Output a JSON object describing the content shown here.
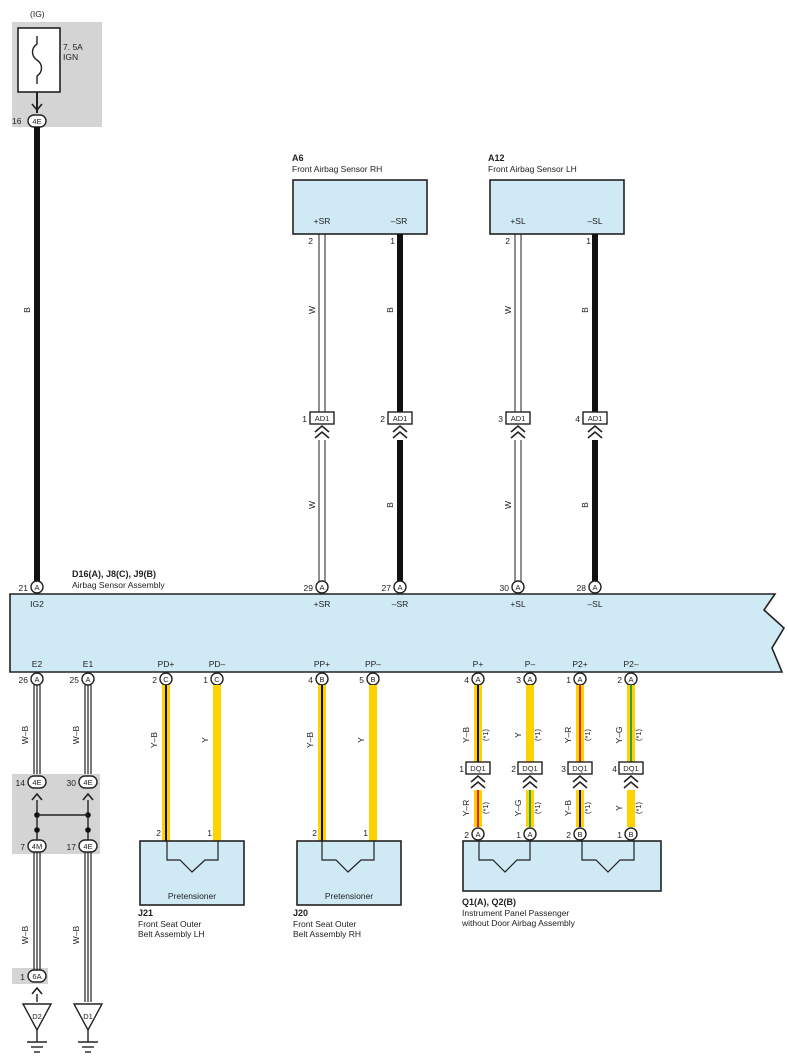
{
  "fuse": {
    "supply": "(IG)",
    "rating": "7. 5A",
    "name": "IGN",
    "pin": "16",
    "connector": "4E"
  },
  "main_wire": {
    "color": "B"
  },
  "sensor_rh": {
    "code": "A6",
    "name": "Front Airbag Sensor RH",
    "terminals": [
      {
        "label": "+SR",
        "pin": "2",
        "wire": "W",
        "junction_pin": "1",
        "junction": "AD1",
        "ecu_pin": "29",
        "ecu_conn": "A",
        "ecu_label": "+SR"
      },
      {
        "label": "–SR",
        "pin": "1",
        "wire": "B",
        "junction_pin": "2",
        "junction": "AD1",
        "ecu_pin": "27",
        "ecu_conn": "A",
        "ecu_label": "–SR"
      }
    ]
  },
  "sensor_lh": {
    "code": "A12",
    "name": "Front Airbag Sensor LH",
    "terminals": [
      {
        "label": "+SL",
        "pin": "2",
        "wire": "W",
        "junction_pin": "3",
        "junction": "AD1",
        "ecu_pin": "30",
        "ecu_conn": "A",
        "ecu_label": "+SL"
      },
      {
        "label": "–SL",
        "pin": "1",
        "wire": "B",
        "junction_pin": "4",
        "junction": "AD1",
        "ecu_pin": "28",
        "ecu_conn": "A",
        "ecu_label": "–SL"
      }
    ]
  },
  "ecu": {
    "code": "D16(A), J8(C), J9(B)",
    "name": "Airbag Sensor Assembly",
    "ig2_pin": "21",
    "ig2_conn": "A",
    "ig2_label": "IG2",
    "bottom_terminals": [
      {
        "label": "E2",
        "pin": "26",
        "conn": "A",
        "wire": "W–B"
      },
      {
        "label": "E1",
        "pin": "25",
        "conn": "A",
        "wire": "W–B"
      },
      {
        "label": "PD+",
        "pin": "2",
        "conn": "C",
        "wire": "Y–B"
      },
      {
        "label": "PD–",
        "pin": "1",
        "conn": "C",
        "wire": "Y"
      },
      {
        "label": "PP+",
        "pin": "4",
        "conn": "B",
        "wire": "Y–B"
      },
      {
        "label": "PP–",
        "pin": "5",
        "conn": "B",
        "wire": "Y"
      },
      {
        "label": "P+",
        "pin": "4",
        "conn": "A",
        "wire": "Y–B",
        "note": "(*1)"
      },
      {
        "label": "P–",
        "pin": "3",
        "conn": "A",
        "wire": "Y",
        "note": "(*1)"
      },
      {
        "label": "P2+",
        "pin": "1",
        "conn": "A",
        "wire": "Y–R",
        "note": "(*1)"
      },
      {
        "label": "P2–",
        "pin": "2",
        "conn": "A",
        "wire": "Y–G",
        "note": "(*1)"
      }
    ]
  },
  "ground_junction": {
    "top_pins": [
      {
        "pin": "14",
        "conn": "4E"
      },
      {
        "pin": "30",
        "conn": "4E"
      }
    ],
    "bottom_pins": [
      {
        "pin": "7",
        "conn": "4M"
      },
      {
        "pin": "17",
        "conn": "4E"
      }
    ],
    "lower_wires": [
      "W–B",
      "W–B"
    ],
    "d2_pin": "1",
    "d2_conn": "6A",
    "grounds": [
      "D2",
      "D1"
    ]
  },
  "pretensioner_lh": {
    "code": "J21",
    "name_line1": "Front Seat Outer",
    "name_line2": "Belt Assembly LH",
    "label": "Pretensioner",
    "pins": [
      "2",
      "1"
    ]
  },
  "pretensioner_rh": {
    "code": "J20",
    "name_line1": "Front Seat Outer",
    "name_line2": "Belt Assembly RH",
    "label": "Pretensioner",
    "pins": [
      "2",
      "1"
    ]
  },
  "dq1": {
    "connectors": [
      {
        "pin": "1",
        "name": "DQ1",
        "lower_wire": "Y–R",
        "note": "(*1)"
      },
      {
        "pin": "2",
        "name": "DQ1",
        "lower_wire": "Y–G",
        "note": "(*1)"
      },
      {
        "pin": "3",
        "name": "DQ1",
        "lower_wire": "Y–B",
        "note": "(*1)"
      },
      {
        "pin": "4",
        "name": "DQ1",
        "lower_wire": "Y",
        "note": "(*1)"
      }
    ]
  },
  "passenger_airbag": {
    "code": "Q1(A), Q2(B)",
    "name_line1": "Instrument Panel Passenger",
    "name_line2": "without Door Airbag Assembly",
    "pins": [
      {
        "pin": "2",
        "conn": "A"
      },
      {
        "pin": "1",
        "conn": "A"
      },
      {
        "pin": "2",
        "conn": "B"
      },
      {
        "pin": "1",
        "conn": "B"
      }
    ]
  },
  "colors": {
    "component_fill": "#cfe9f5",
    "gray_box": "#d4d4d4",
    "black_wire": "#111111",
    "yellow_wire": "#ffd200",
    "red_stripe": "#e2231a",
    "green_stripe": "#2f9e44"
  }
}
